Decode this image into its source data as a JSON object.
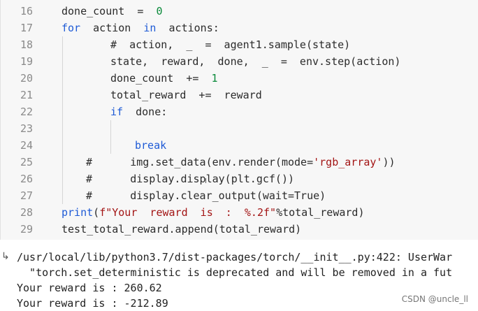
{
  "code_cell": {
    "lines": [
      {
        "number": "16",
        "text": "done_count  =  0"
      },
      {
        "number": "17",
        "text": "for  action  in  actions:"
      },
      {
        "number": "18",
        "text": "#  action,  _  =  agent1.sample(state)"
      },
      {
        "number": "19",
        "text": "state,  reward,  done,  _  =  env.step(action)"
      },
      {
        "number": "20",
        "text": "done_count  +=  1"
      },
      {
        "number": "21",
        "text": "total_reward  +=  reward"
      },
      {
        "number": "22",
        "text": "if  done:"
      },
      {
        "number": "23",
        "text": ""
      },
      {
        "number": "24",
        "text": "break"
      },
      {
        "number": "25",
        "text": "#      img.set_data(env.render(mode='rgb_array'))"
      },
      {
        "number": "26",
        "text": "#      display.display(plt.gcf())"
      },
      {
        "number": "27",
        "text": "#      display.clear_output(wait=True)"
      },
      {
        "number": "28",
        "text": "print(f\"Your  reward  is  :  %.2f\"%total_reward)"
      },
      {
        "number": "29",
        "text": "test_total_reward.append(total_reward)"
      }
    ]
  },
  "output": {
    "arrow_icon": "↳",
    "lines": [
      "/usr/local/lib/python3.7/dist-packages/torch/__init__.py:422: UserWar",
      "  \"torch.set_deterministic is deprecated and will be removed in a fut",
      "Your reward is : 260.62",
      "Your reward is : -212.89"
    ]
  },
  "cursor_glyph": "I",
  "watermark": "CSDN @uncle_ll",
  "colors": {
    "keyword": "#1f5bd6",
    "number": "#0a8a3a",
    "string": "#a31515",
    "line_number": "#8a8a8a",
    "cell_background": "#f7f7f7"
  }
}
